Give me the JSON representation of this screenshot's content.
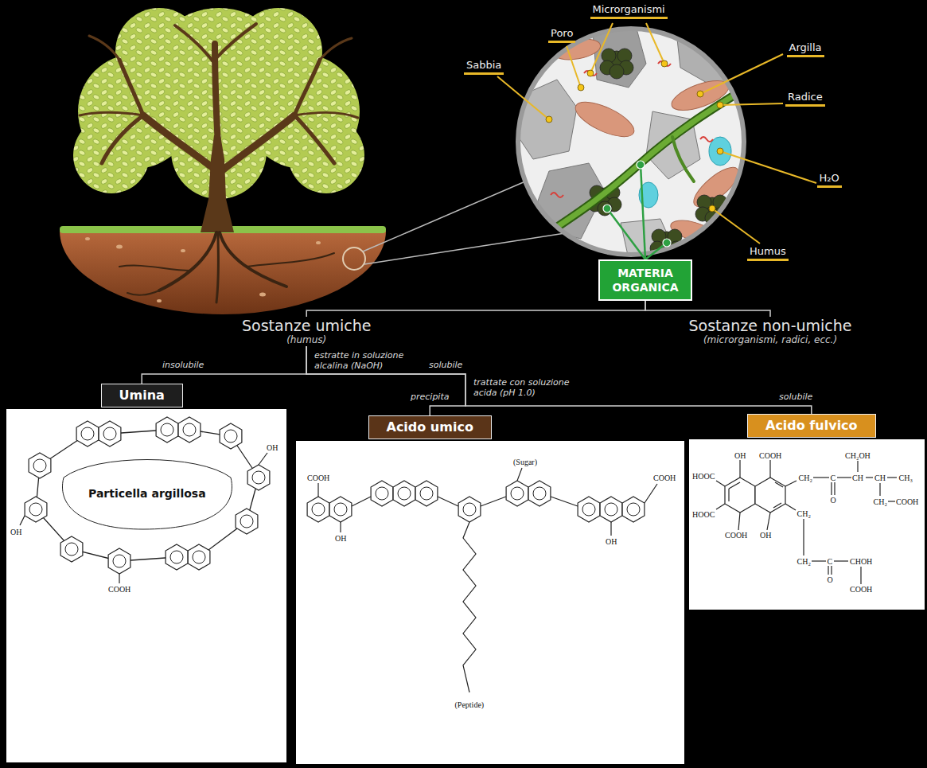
{
  "diagram": {
    "nodes": [
      {
        "text": [
          "MATERIA ORGANICA"
        ]
      },
      {
        "text": [
          "Sostanze umiche",
          "(humus)"
        ]
      },
      {
        "text": [
          "Sostanze non-umiche",
          "(microrganismi, radici, ecc.)"
        ]
      },
      {
        "text": [
          "Umina"
        ]
      },
      {
        "text": [
          "Acido umico"
        ]
      },
      {
        "text": [
          "Acido fulvico"
        ]
      }
    ],
    "edges": [
      {
        "from": 0,
        "to": 1,
        "arrow": "none"
      },
      {
        "from": 0,
        "to": 2,
        "arrow": "none"
      },
      {
        "from": 1,
        "to": 3,
        "arrow": "none",
        "label": "insolubile"
      },
      {
        "from": 1,
        "to": 4,
        "arrow": "none",
        "label": "precipita"
      },
      {
        "from": 1,
        "to": 5,
        "arrow": "none",
        "label": "solubile"
      }
    ],
    "labels": [
      "Microrganismi",
      "Poro",
      "Argilla",
      "Sabbia",
      "Radice",
      "H₂O",
      "Humus",
      "estratte in soluzione alcalina (NaOH)",
      "solubile",
      "trattate con soluzione acida (pH 1.0)",
      "Particella argillosa",
      "OH",
      "COOH",
      "OH",
      "COOH",
      "OH",
      "(Sugar)",
      "COOH",
      "(Peptide)",
      "OH",
      "OH",
      "COOH",
      "CH₂OH",
      "HOOC",
      "CH₂",
      "C",
      "CH",
      "CH",
      "CH₃",
      "O",
      "CH₂",
      "COOH",
      "HOOC",
      "CH₂",
      "COOH",
      "OH",
      "CH₂",
      "C",
      "CHOH",
      "O",
      "COOH"
    ]
  }
}
